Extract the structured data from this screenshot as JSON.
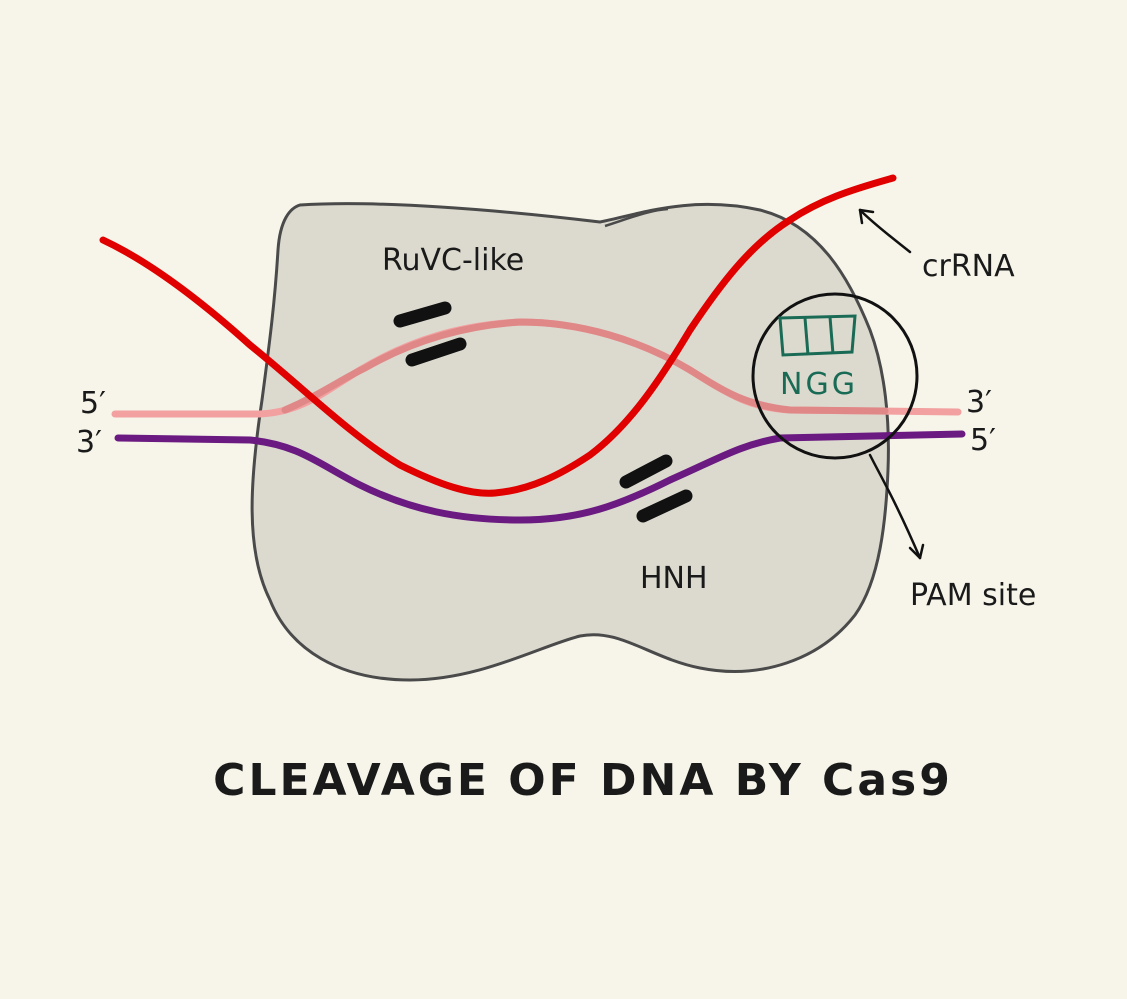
{
  "title": "CLEAVAGE OF DNA BY Cas9",
  "labels": {
    "ruvc": "RuVC-like",
    "hnh": "HNH",
    "crrna": "crRNA",
    "pam": "PAM site",
    "ngg": "NGG"
  },
  "strand_ends": {
    "top_left": "5′",
    "bottom_left": "3′",
    "top_right": "3′",
    "bottom_right": "5′"
  },
  "colors": {
    "background": "#f7f5ea",
    "protein_fill": "#dcdacf",
    "protein_outline": "#4a4a4a",
    "crrna": "#e00000",
    "top_strand": "#f2a0a0",
    "top_strand_inside": "#e08888",
    "bottom_strand": "#6a1a80",
    "pam_motif": "#1a6b55",
    "ink": "#111111"
  }
}
